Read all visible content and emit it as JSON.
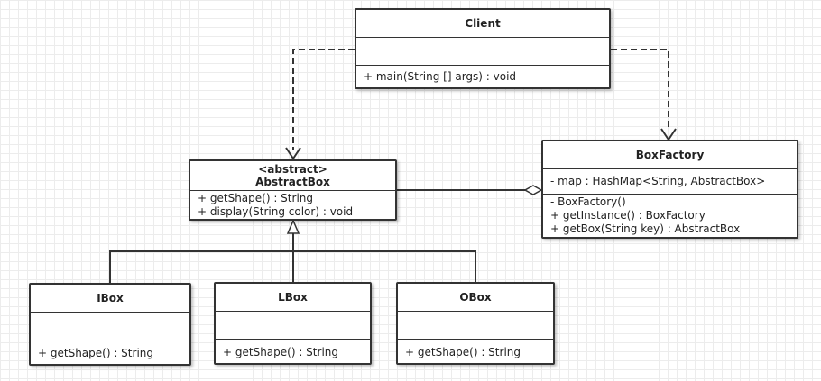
{
  "diagram": {
    "classes": {
      "client": {
        "name": "Client",
        "attributes": [],
        "operations": [
          "+ main(String [] args) : void"
        ]
      },
      "abstractbox": {
        "stereotype": "<abstract>",
        "name": "AbstractBox",
        "operations": [
          "+ getShape() : String",
          "+ display(String color) : void"
        ]
      },
      "boxfactory": {
        "name": "BoxFactory",
        "attributes": [
          "- map : HashMap<String, AbstractBox>"
        ],
        "operations": [
          "- BoxFactory()",
          "+ getInstance() : BoxFactory",
          "+ getBox(String key) : AbstractBox"
        ]
      },
      "ibox": {
        "name": "IBox",
        "attributes": [],
        "operations": [
          "+ getShape() : String"
        ]
      },
      "lbox": {
        "name": "LBox",
        "attributes": [],
        "operations": [
          "+ getShape() : String"
        ]
      },
      "obox": {
        "name": "OBox",
        "attributes": [],
        "operations": [
          "+ getShape() : String"
        ]
      }
    },
    "relationships": [
      {
        "type": "dependency",
        "from": "Client",
        "to": "AbstractBox"
      },
      {
        "type": "dependency",
        "from": "Client",
        "to": "BoxFactory"
      },
      {
        "type": "aggregation",
        "whole": "BoxFactory",
        "part": "AbstractBox"
      },
      {
        "type": "generalization",
        "child": "IBox",
        "parent": "AbstractBox"
      },
      {
        "type": "generalization",
        "child": "LBox",
        "parent": "AbstractBox"
      },
      {
        "type": "generalization",
        "child": "OBox",
        "parent": "AbstractBox"
      }
    ],
    "colors": {
      "line": "#333333",
      "box_fill": "#ffffff",
      "grid": "#ececec",
      "text": "#222222"
    }
  }
}
